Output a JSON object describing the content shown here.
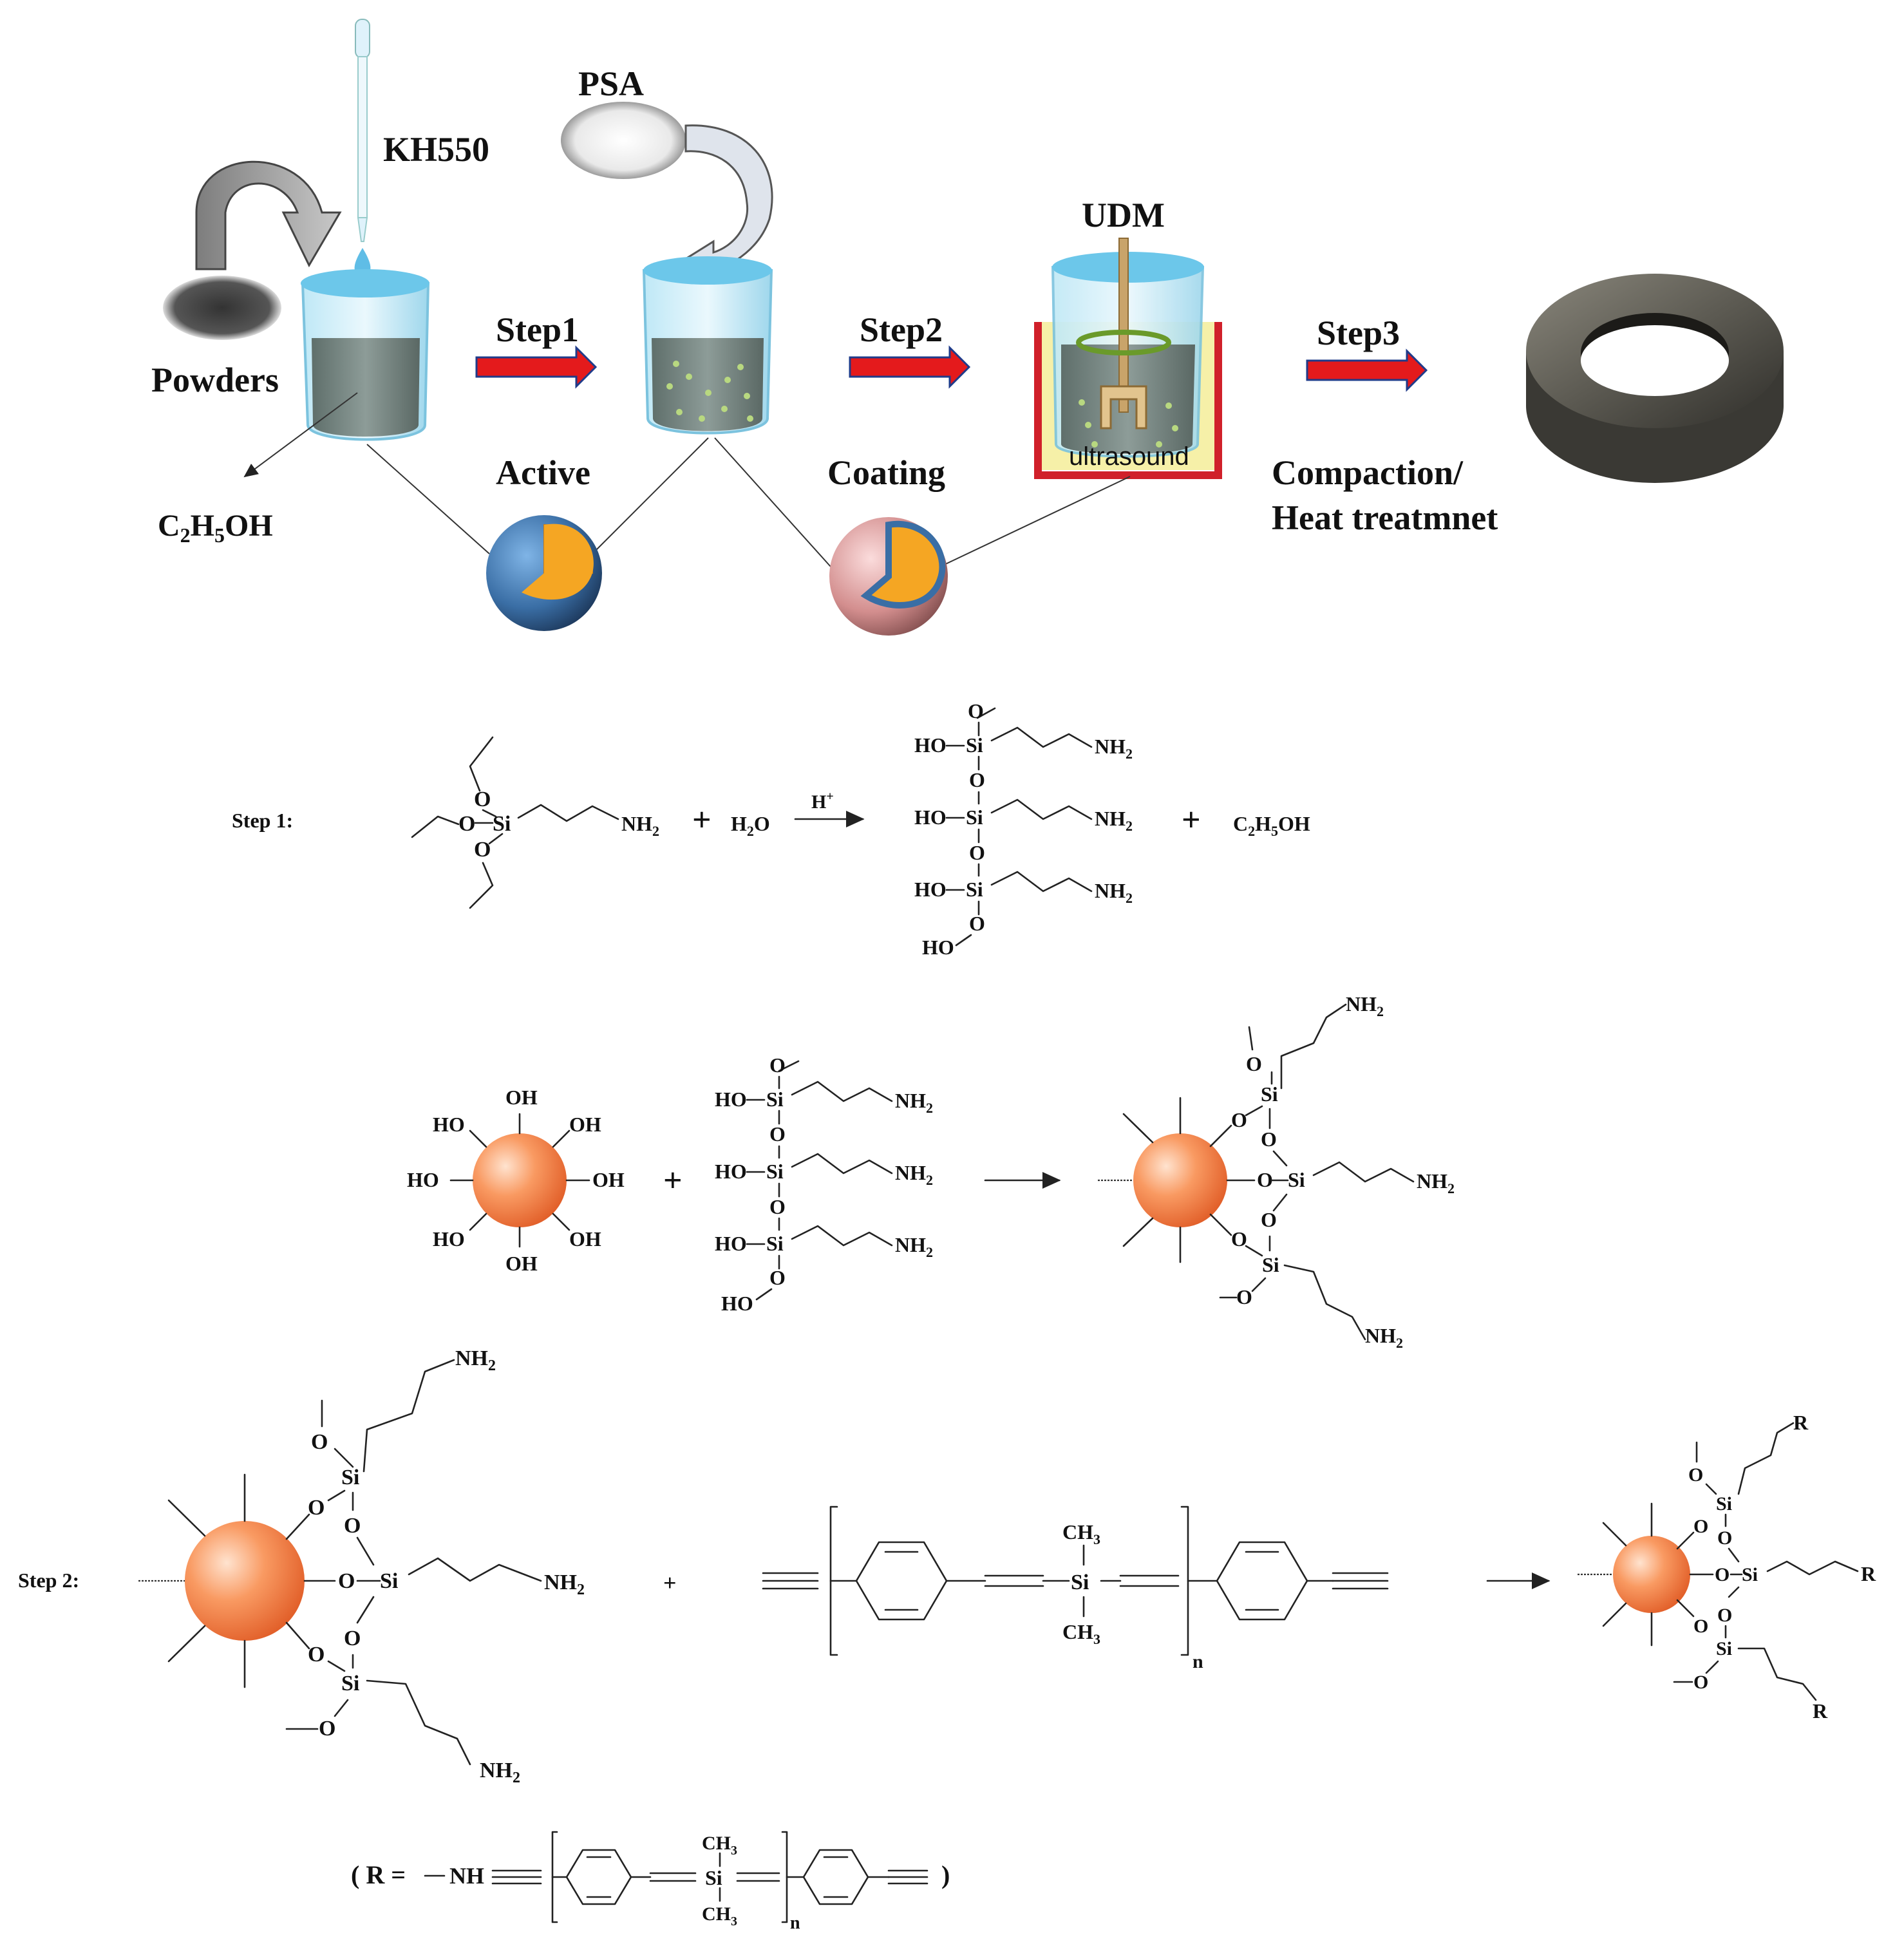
{
  "labels": {
    "kh550": "KH550",
    "psa": "PSA",
    "udm": "UDM",
    "powders": "Powders",
    "ethanol": "C2H5OH",
    "step1": "Step1",
    "step2": "Step2",
    "step3": "Step3",
    "active": "Active",
    "coating": "Coating",
    "ultrasound": "ultrasound",
    "compaction": "Compaction/",
    "heat": "Heat treatmnet"
  },
  "reaction": {
    "step1_label": "Step 1:",
    "step2_label": "Step 2:",
    "si": "Si",
    "o": "O",
    "ho": "HO",
    "oh": "OH",
    "nh2": "NH2",
    "h2o": "H2O",
    "hplus": "H+",
    "ethanol": "C2H5OH",
    "ch3": "CH3",
    "r": "R",
    "n": "n",
    "plus": "+",
    "r_def_open": "( R =",
    "nh": "NH",
    "r_def_close": ")"
  },
  "colors": {
    "arrow_red": "#e41a1c",
    "arrow_gray": "#9a9a9a",
    "sphere_orange": "#f7894f",
    "core_orange": "#f5a623",
    "shell_blue": "#3a6ea5",
    "shell_pink": "#d89090",
    "water": "#8fd3ee",
    "liquid": "#7a8a86",
    "bath_yellow": "#f6f0a8",
    "bath_red": "#d0202a",
    "ring": "#5c5a52"
  }
}
